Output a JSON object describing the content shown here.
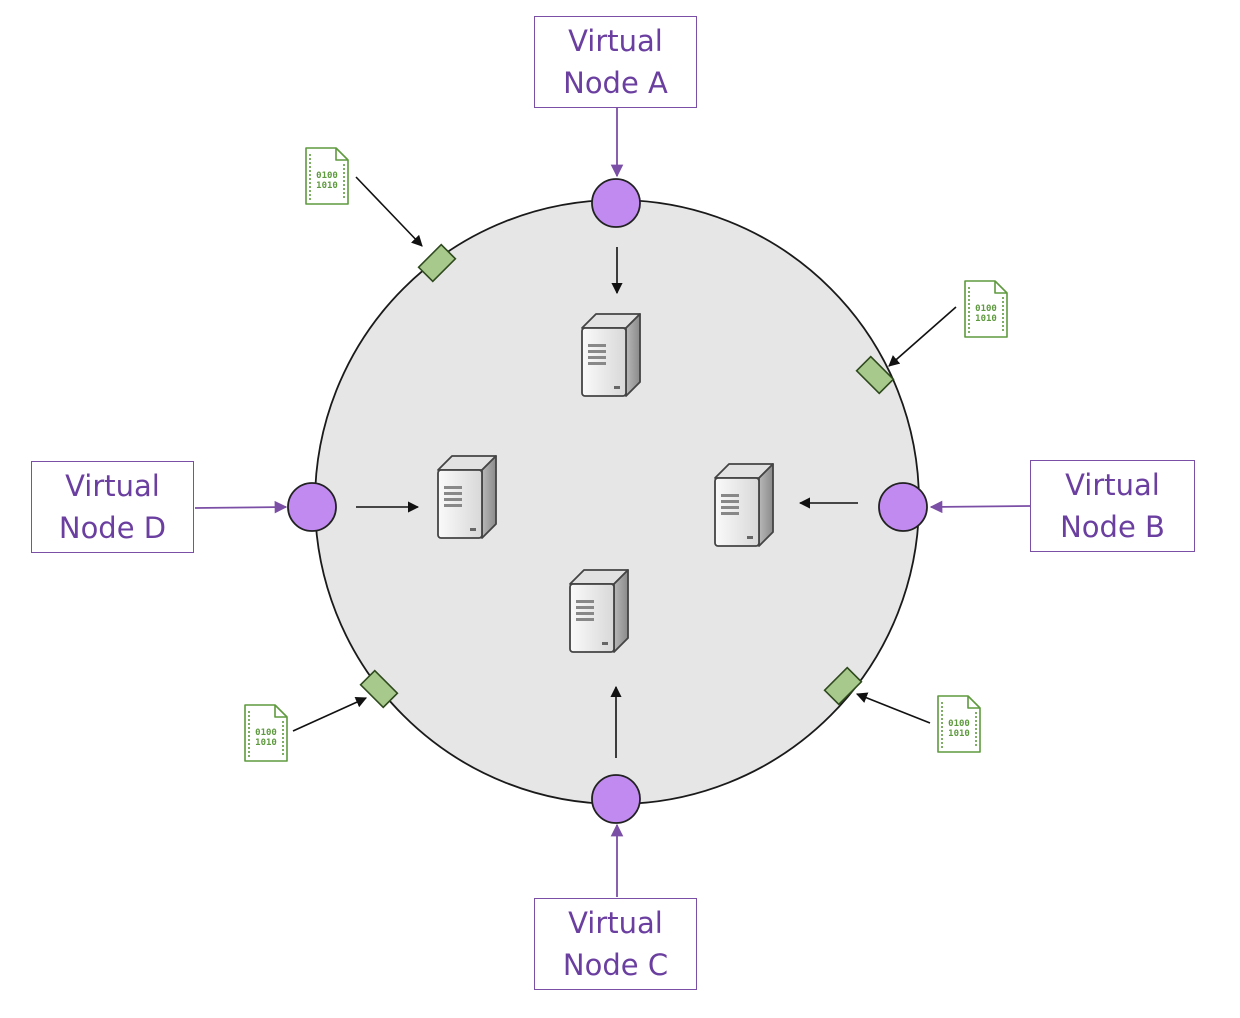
{
  "virtual_nodes": [
    {
      "id": "A",
      "line1": "Virtual",
      "line2": "Node A"
    },
    {
      "id": "B",
      "line1": "Virtual",
      "line2": "Node B"
    },
    {
      "id": "C",
      "line1": "Virtual",
      "line2": "Node C"
    },
    {
      "id": "D",
      "line1": "Virtual",
      "line2": "Node D"
    }
  ],
  "data_file_icon": {
    "line1": "0100",
    "line2": "1010"
  },
  "colors": {
    "ring_fill": "#e6e6e6",
    "ring_stroke": "#1a1a1a",
    "node_fill": "#c08af0",
    "node_stroke": "#222222",
    "label_border": "#7b4fa6",
    "label_text": "#6b3fa0",
    "key_marker_fill": "#a8c98c",
    "key_marker_stroke": "#2e4a1e",
    "file_icon_color": "#5e9a3e",
    "arrow": "#111111"
  }
}
